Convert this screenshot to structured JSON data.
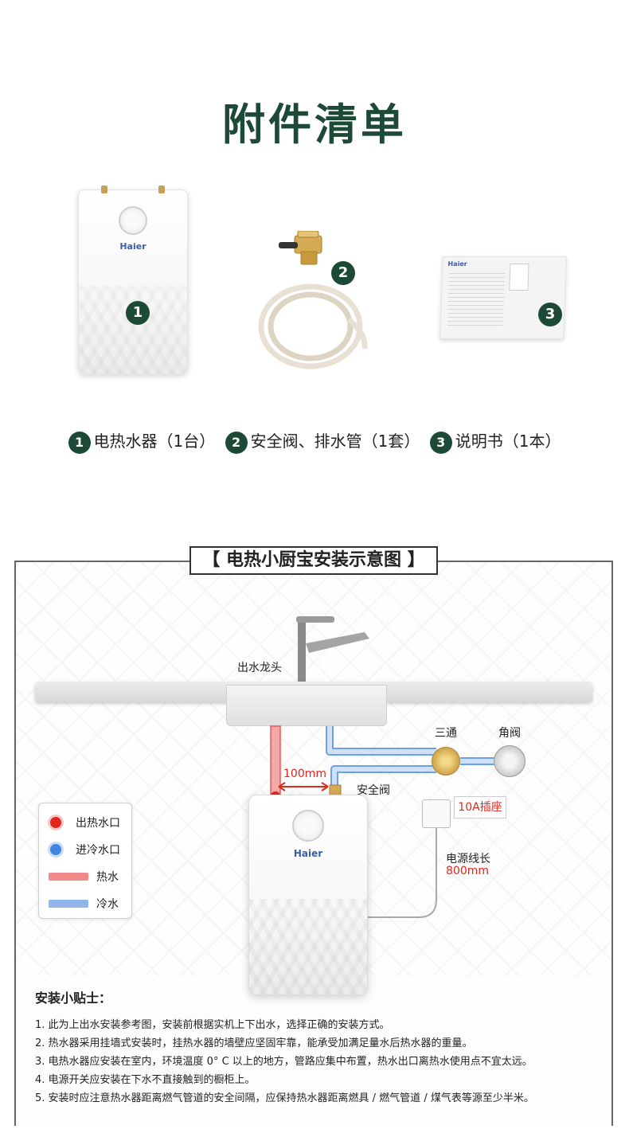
{
  "page": {
    "title": "附件清单"
  },
  "accessories": {
    "badges": [
      "1",
      "2",
      "3"
    ],
    "heater_brand": "Haier",
    "manual_brand": "Haier",
    "items": [
      {
        "num": "1",
        "label": "电热水器（1台）"
      },
      {
        "num": "2",
        "label": "安全阀、排水管（1套）"
      },
      {
        "num": "3",
        "label": "说明书（1本）"
      }
    ]
  },
  "diagram": {
    "title": "【 电热小厨宝安装示意图 】",
    "labels": {
      "faucet": "出水龙头",
      "tee": "三通",
      "angle_valve": "角阀",
      "distance": "100mm",
      "safety_valve": "安全阀",
      "socket": "10A插座",
      "cable": "电源线长",
      "cable_length": "800mm",
      "heater_brand": "Haier"
    },
    "legend": [
      {
        "label": "出热水口",
        "color": "#e0281f",
        "kind": "dot"
      },
      {
        "label": "进冷水口",
        "color": "#3f86e0",
        "kind": "dot"
      },
      {
        "label": "热水",
        "color": "#f28a8a",
        "kind": "bar"
      },
      {
        "label": "冷水",
        "color": "#8fb5ea",
        "kind": "bar"
      }
    ],
    "colors": {
      "hot_pipe": "#e85b5b",
      "cold_pipe": "#6f9fe6"
    }
  },
  "tips": {
    "title": "安装小贴士：",
    "items": [
      "1. 此为上出水安装参考图，安装前根据实机上下出水，选择正确的安装方式。",
      "2. 热水器采用挂墙式安装时，挂热水器的墙壁应坚固牢靠，能承受加满足量水后热水器的重量。",
      "3. 电热水器应安装在室内，环境温度 0°  C 以上的地方，管路应集中布置，热水出口离热水使用点不宜太远。",
      "4. 电源开关应安装在下水不直接触到的橱柜上。",
      "5. 安装时应注意热水器距离燃气管道的安全间隔，应保持热水器距离燃具 / 燃气管道 / 煤气表等源至少半米。"
    ]
  }
}
